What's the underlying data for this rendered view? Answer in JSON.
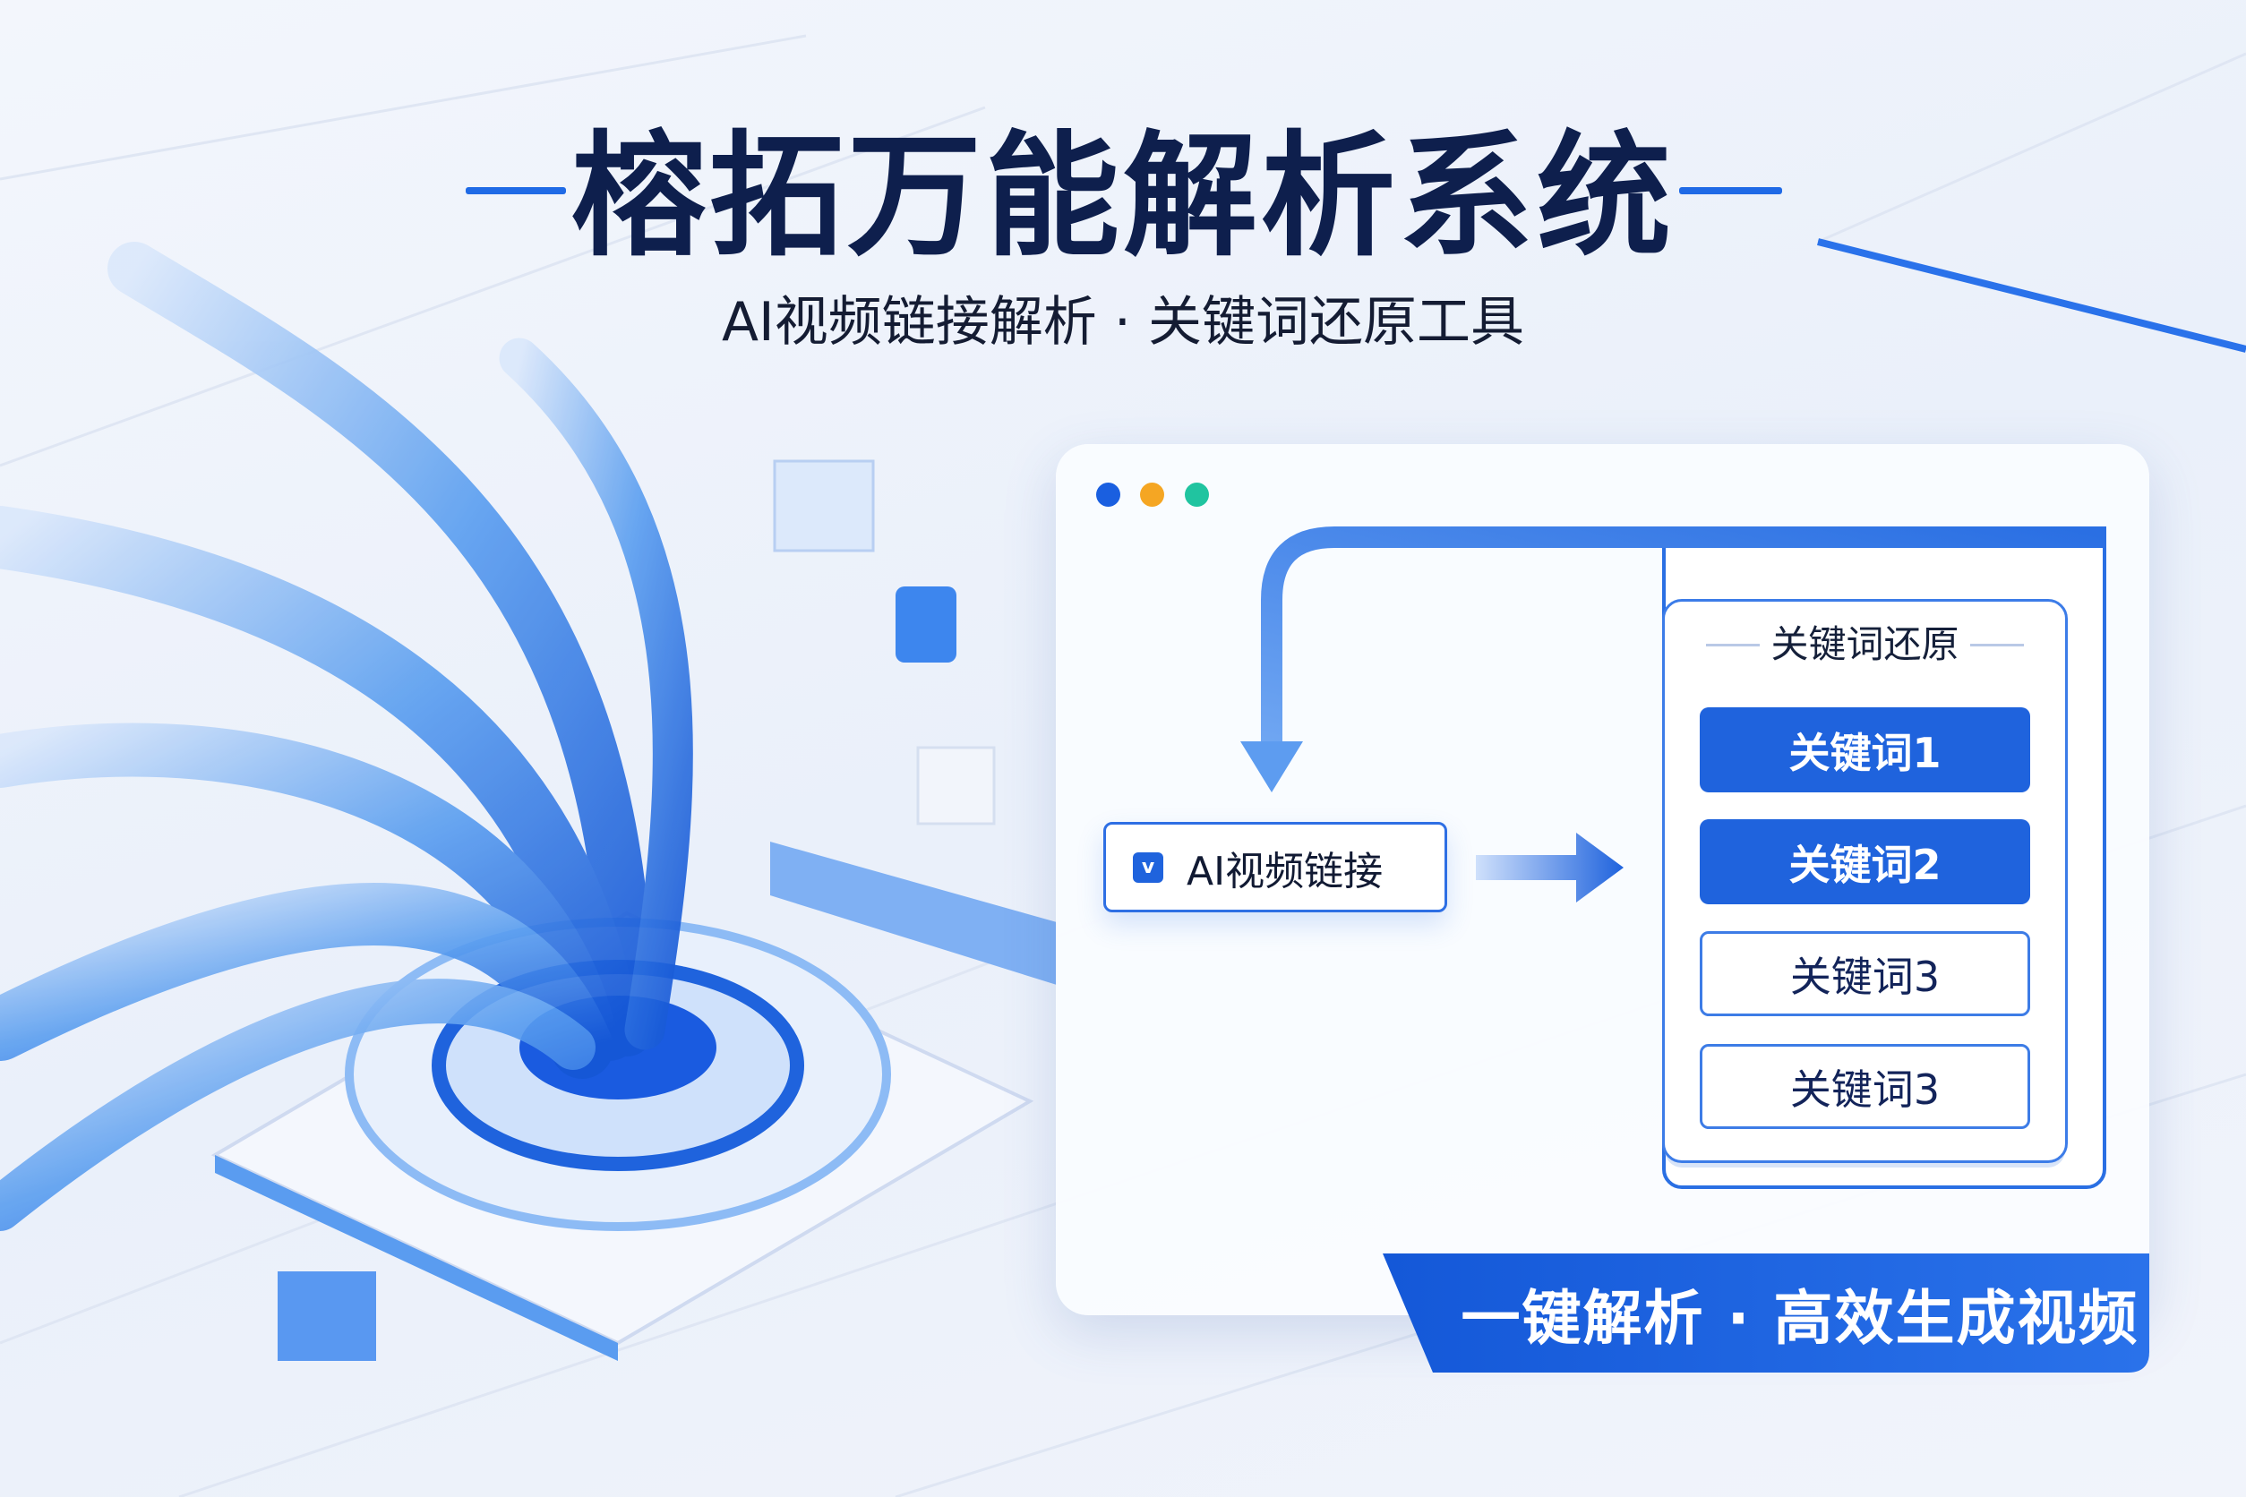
{
  "header": {
    "title": "榕拓万能解析系统",
    "subtitle": "AI视频链接解析 · 关键词还原工具"
  },
  "window": {
    "dot_colors": [
      "#1a5fe0",
      "#f5a623",
      "#20c4a0"
    ]
  },
  "input": {
    "icon": "checkbox-icon",
    "label": "AI视频链接"
  },
  "keywords": {
    "heading": "关键词还原",
    "items": [
      {
        "label": "关键词1",
        "active": true
      },
      {
        "label": "关键词2",
        "active": true
      },
      {
        "label": "关键词3",
        "active": false
      },
      {
        "label": "关键词3",
        "active": false
      }
    ]
  },
  "banner": {
    "text": "一键解析 · 高效生成视频"
  },
  "colors": {
    "accent": "#1f63dd",
    "title": "#0e1f4d"
  }
}
